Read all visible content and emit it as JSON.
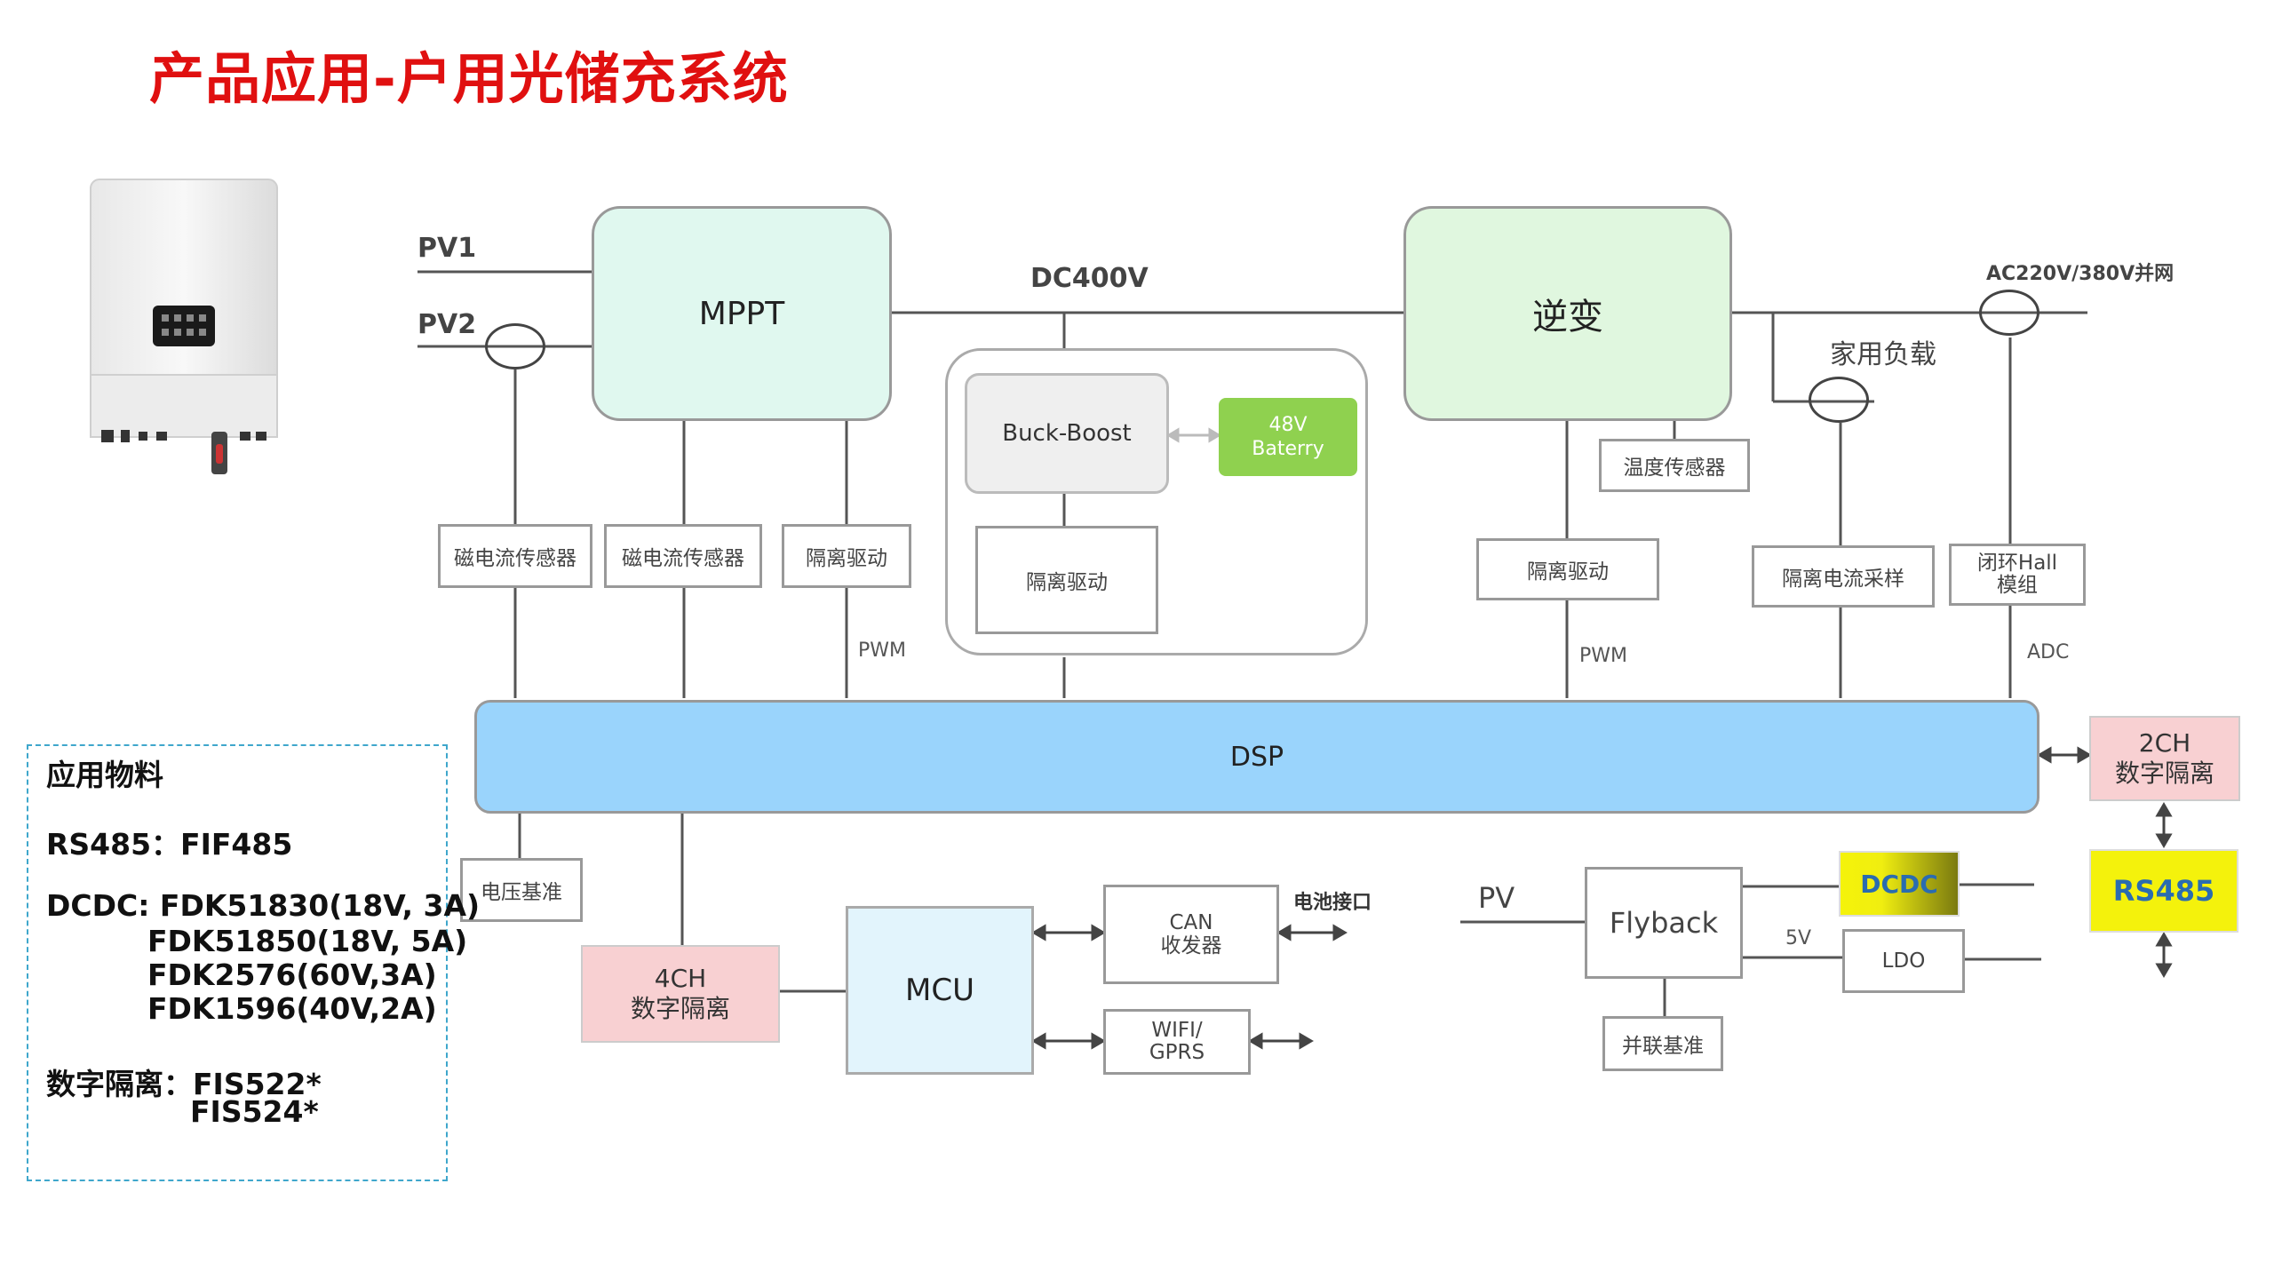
{
  "title": "产品应用-户用光储充系统",
  "inputs": {
    "pv1": "PV1",
    "pv2": "PV2",
    "dc_bus": "DC400V",
    "ac_grid": "AC220V/380V并网",
    "home_load": "家用负载"
  },
  "blocks": {
    "mppt": "MPPT",
    "inverter": "逆变",
    "buck_boost": "Buck-Boost",
    "battery_48v_line1": "48V",
    "battery_48v_line2": "Baterry",
    "iso_drive_buck": "隔离驱动",
    "temp_sensor": "温度传感器",
    "mag_sensor_1": "磁电流传感器",
    "mag_sensor_2": "磁电流传感器",
    "iso_drive_mppt": "隔离驱动",
    "iso_drive_inv": "隔离驱动",
    "iso_current_sample": "隔离电流采样",
    "hall_line1": "闭环Hall",
    "hall_line2": "模组",
    "pwm_1": "PWM",
    "pwm_2": "PWM",
    "adc": "ADC",
    "dsp": "DSP",
    "iso_2ch_line1": "2CH",
    "iso_2ch_line2": "数字隔离",
    "vref": "电压基准",
    "iso_4ch_line1": "4CH",
    "iso_4ch_line2": "数字隔离",
    "mcu": "MCU",
    "can_line1": "CAN",
    "can_line2": "收发器",
    "battery_port": "电池接口",
    "wifi_line1": "WIFI/",
    "wifi_line2": "GPRS",
    "pv": "PV",
    "flyback": "Flyback",
    "dcdc": "DCDC",
    "rs485": "RS485",
    "v5": "5V",
    "ldo": "LDO",
    "parallel_ref": "并联基准"
  },
  "materials": {
    "heading": "应用物料",
    "rs485": "RS485：FIF485",
    "dcdc_1": "DCDC: FDK51830(18V, 3A)",
    "dcdc_2": "FDK51850(18V, 5A)",
    "dcdc_3": "FDK2576(60V,3A)",
    "dcdc_4": "FDK1596(40V,2A)",
    "iso_1": "数字隔离：FIS522*",
    "iso_2": "FIS524*"
  },
  "colors": {
    "title": "#e01010",
    "dsp": "#9ad4fc",
    "pink": "#f8d0d2",
    "yellow": "#f4f20c",
    "green": "#8fd14f"
  }
}
